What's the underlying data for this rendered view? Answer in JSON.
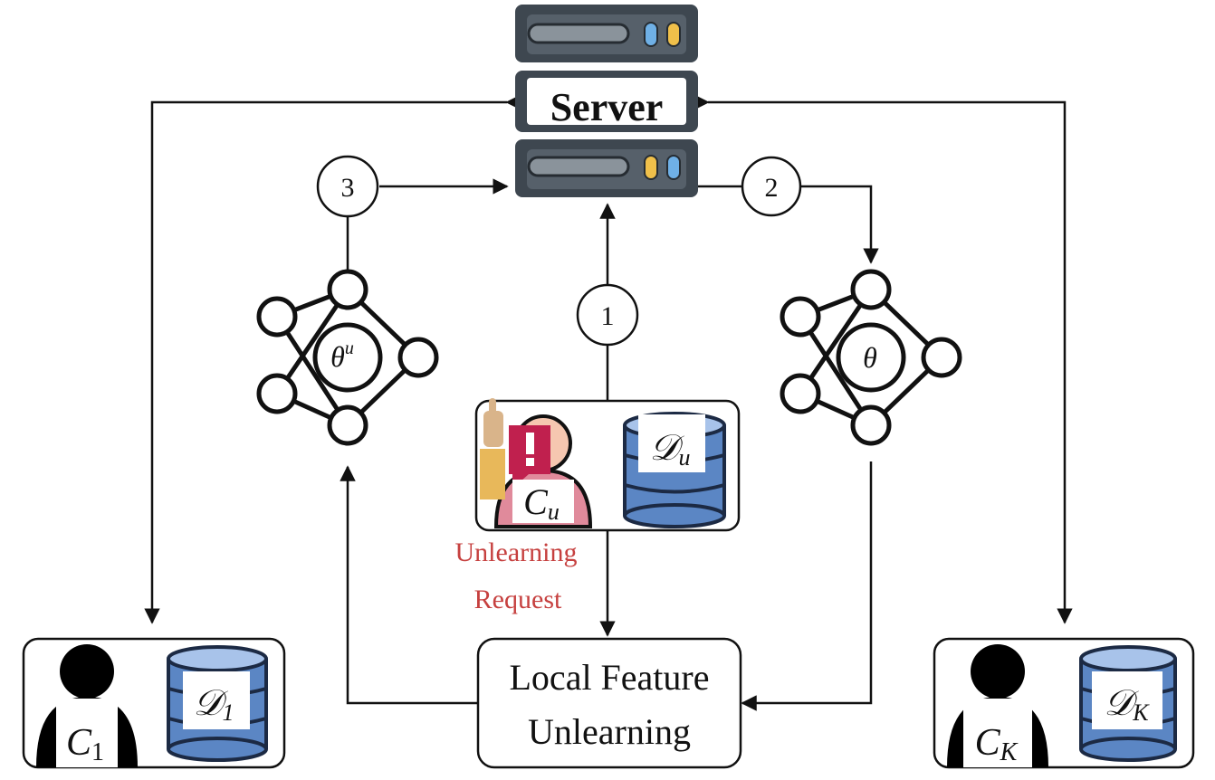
{
  "server": {
    "label": "Server"
  },
  "steps": {
    "one": "1",
    "two": "2",
    "three": "3"
  },
  "models": {
    "unlearned": {
      "param": "θ",
      "sup": "u"
    },
    "global": {
      "param": "θ"
    }
  },
  "clients": {
    "first": {
      "name": "C",
      "sub": "1",
      "data": "𝒟",
      "data_sub": "1"
    },
    "target": {
      "name": "C",
      "sub": "u",
      "data": "𝒟",
      "data_sub": "u"
    },
    "last": {
      "name": "C",
      "sub": "K",
      "data": "𝒟",
      "data_sub": "K"
    }
  },
  "request": {
    "line1": "Unlearning",
    "line2": "Request",
    "color": "#c6403f"
  },
  "process": {
    "line1": "Local Feature",
    "line2": "Unlearning"
  },
  "colors": {
    "server_body": "#3e4750",
    "db_blue": "#5b86c4",
    "db_light": "#a8c3ea",
    "arrow": "#111111"
  },
  "icons": [
    "server-icon",
    "database-icon",
    "user-icon",
    "alert-icon",
    "raised-hand-icon",
    "neural-network-icon"
  ]
}
